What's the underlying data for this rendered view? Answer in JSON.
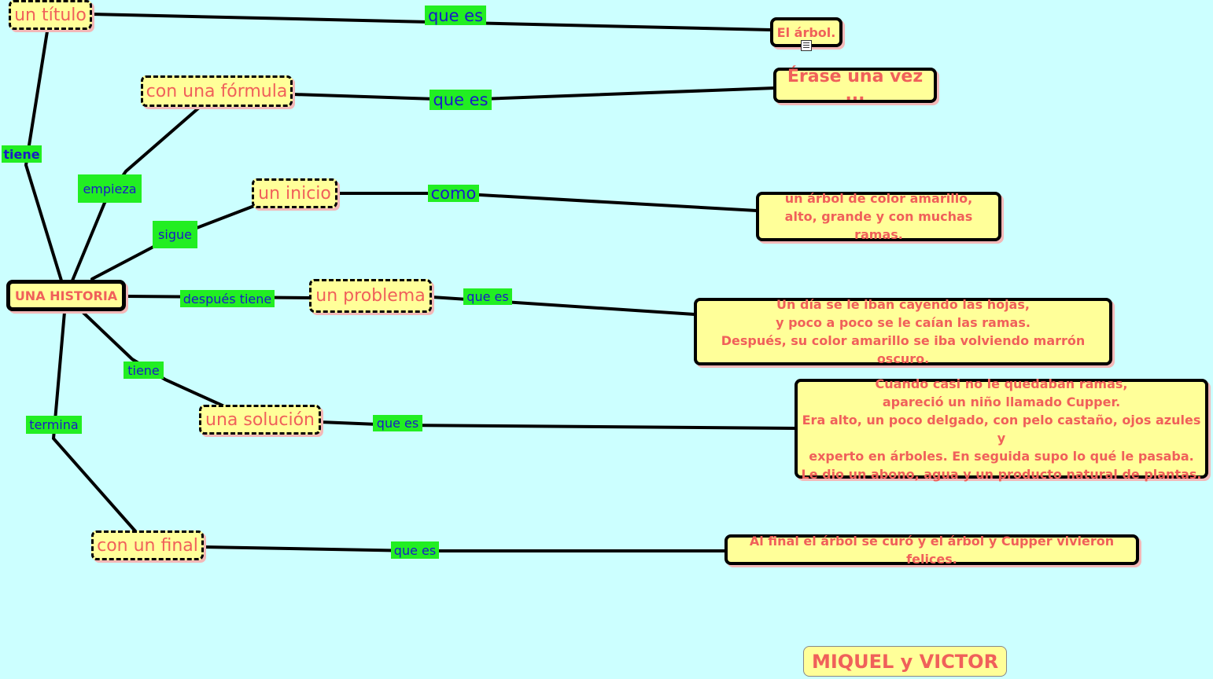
{
  "root": "UNA HISTORIA",
  "concepts": {
    "titulo": "un título",
    "formula": "con una fórmula",
    "inicio": "un inicio",
    "problema": "un problema",
    "solucion": "una solución",
    "final": "con un final"
  },
  "details": {
    "titulo": "El árbol.",
    "formula": "Érase una vez ...",
    "inicio": "un árbol de color amarillo,\nalto, grande y con muchas ramas.",
    "problema": "Un día se le iban cayendo las hojas,\ny poco a poco se le caían las ramas.\nDespués, su color amarillo se iba volviendo marrón oscuro.",
    "solucion": "Cuando casi no le quedaban ramas,\napareció un niño llamado Cupper.\nEra alto, un poco delgado, con pelo castaño, ojos azules y\nexperto en árboles. En seguida supo lo qué le pasaba.\nLe dio un abono, agua y un producto natural de plantas.",
    "final": "Al final el árbol se curó y el árbol y Cupper vivieron felices."
  },
  "links": {
    "tiene_titulo": "tiene",
    "empieza": "empieza",
    "sigue": "sigue",
    "despues_tiene": "después tiene",
    "tiene_solucion": "tiene",
    "termina": "termina",
    "que_es_titulo": "que es",
    "que_es_formula": "que es",
    "como": "como",
    "que_es_problema": "que es",
    "que_es_solucion": "que es",
    "que_es_final": "que es"
  },
  "authors": "MIQUEL y VICTOR",
  "attachment_icon": "document-icon",
  "colors": {
    "background": "#ccffff",
    "node_fill": "#ffff99",
    "node_text": "#f0605a",
    "link_fill": "#22ee22",
    "link_text": "#1a1ac8"
  }
}
